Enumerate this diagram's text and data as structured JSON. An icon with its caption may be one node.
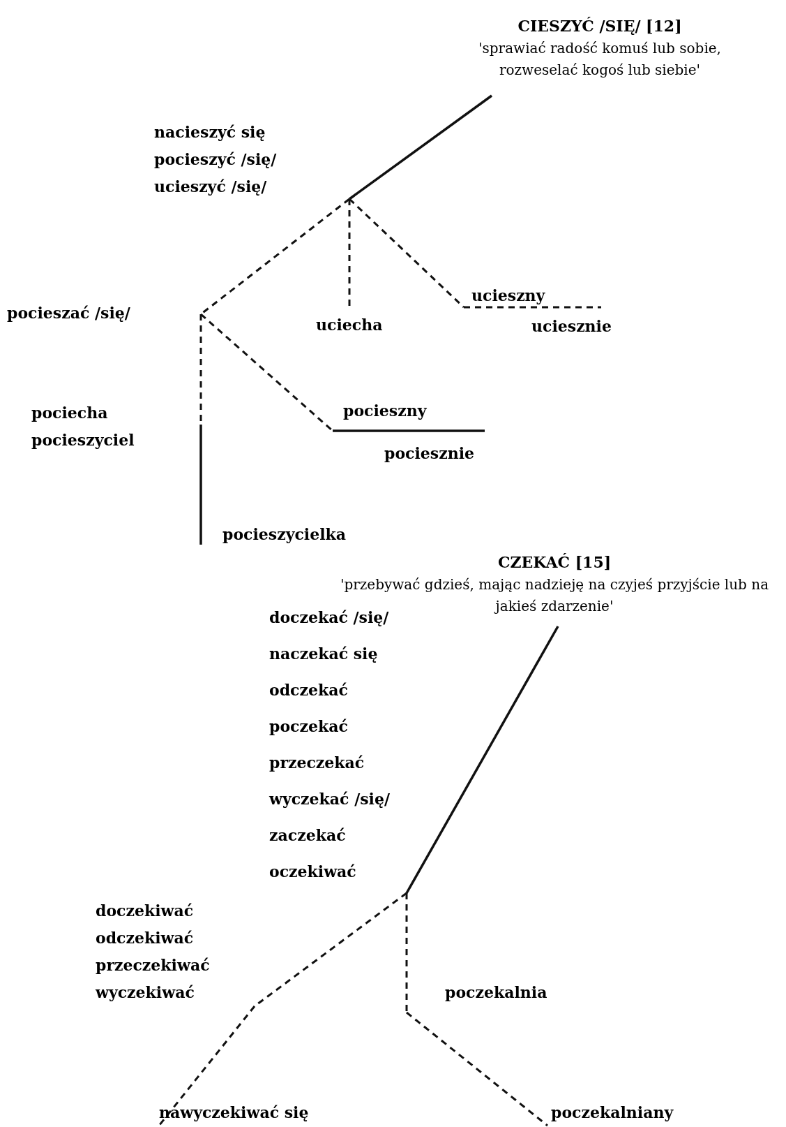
{
  "diagram": {
    "nodes": [
      {
        "text": [
          "CIESZYĆ /SIĘ/ [12]",
          "'sprawiać radość komuś lub sobie, rozweselać kogoś lub siebie'"
        ]
      },
      {
        "text": [
          "nacieszyć się",
          "pocieszyć /się/",
          "ucieszyć /się/"
        ]
      },
      {
        "text": [
          "pocieszać /się/"
        ]
      },
      {
        "text": [
          "uciecha"
        ]
      },
      {
        "text": [
          "ucieszny"
        ]
      },
      {
        "text": [
          "uciesznie"
        ]
      },
      {
        "text": [
          "pociecha",
          "pocieszyciel"
        ]
      },
      {
        "text": [
          "pocieszycielka"
        ]
      },
      {
        "text": [
          "pocieszny"
        ]
      },
      {
        "text": [
          "pociesznie"
        ]
      },
      {
        "text": [
          "CZEKAĆ [15]",
          "'przebywać gdzieś, mając nadzieję na czyjeś przyjście lub na jakieś zdarzenie'"
        ]
      },
      {
        "text": [
          "doczekać /się/",
          "naczekać się",
          "odczekać",
          "poczekać",
          "przeczekać",
          "wyczekać /się/",
          "zaczekać",
          "oczekiwać"
        ]
      },
      {
        "text": [
          "doczekiwać",
          "odczekiwać",
          "przeczekiwać",
          "wyczekiwać"
        ]
      },
      {
        "text": [
          "nawyczekiwać się"
        ]
      },
      {
        "text": [
          "poczekalnia"
        ]
      },
      {
        "text": [
          "poczekalniany"
        ]
      }
    ],
    "edges": [
      {
        "from": 0,
        "to": 1,
        "arrow": "none"
      },
      {
        "from": 1,
        "to": 2,
        "arrow": "none",
        "style": "dashed"
      },
      {
        "from": 1,
        "to": 3,
        "arrow": "none",
        "style": "dashed"
      },
      {
        "from": 1,
        "to": 4,
        "arrow": "none",
        "style": "dashed"
      },
      {
        "from": 4,
        "to": 5,
        "arrow": "none",
        "style": "dashed"
      },
      {
        "from": 2,
        "to": 6,
        "arrow": "none",
        "style": "dashed"
      },
      {
        "from": 6,
        "to": 7,
        "arrow": "none"
      },
      {
        "from": 2,
        "to": 8,
        "arrow": "none",
        "style": "dashed"
      },
      {
        "from": 8,
        "to": 9,
        "arrow": "none"
      },
      {
        "from": 10,
        "to": 11,
        "arrow": "none"
      },
      {
        "from": 11,
        "to": 12,
        "arrow": "none",
        "style": "dashed"
      },
      {
        "from": 12,
        "to": 13,
        "arrow": "none",
        "style": "dashed"
      },
      {
        "from": 11,
        "to": 14,
        "arrow": "none",
        "style": "dashed"
      },
      {
        "from": 14,
        "to": 15,
        "arrow": "none",
        "style": "dashed"
      }
    ]
  }
}
